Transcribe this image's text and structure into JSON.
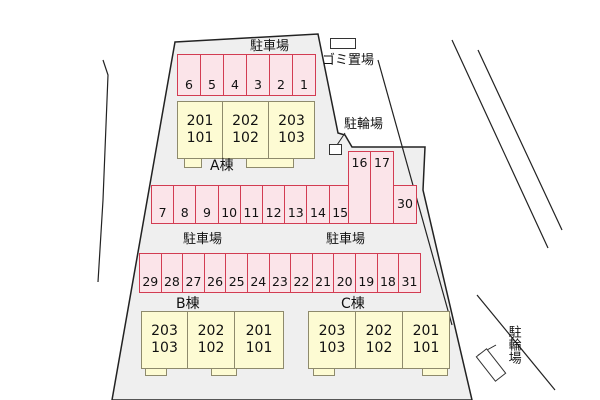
{
  "labels": {
    "parking_top": "駐車場",
    "garbage": "ゴミ置場",
    "bicycle_upper": "駐輪場",
    "building_a": "A棟",
    "parking_mid_left": "駐車場",
    "parking_mid_right": "駐車場",
    "building_b": "B棟",
    "building_c": "C棟",
    "bicycle_lower": "駐輪場"
  },
  "parking": {
    "top_row": [
      "6",
      "5",
      "4",
      "3",
      "2",
      "1"
    ],
    "middle_row": [
      "7",
      "8",
      "9",
      "10",
      "11",
      "12",
      "13",
      "14",
      "15"
    ],
    "tall": [
      "16",
      "17"
    ],
    "end_right": "30",
    "bottom_row": [
      "29",
      "28",
      "27",
      "26",
      "25",
      "24",
      "23",
      "22",
      "21",
      "20",
      "19",
      "18",
      "31"
    ]
  },
  "buildings": {
    "a": [
      {
        "upper": "201",
        "lower": "101"
      },
      {
        "upper": "202",
        "lower": "102"
      },
      {
        "upper": "203",
        "lower": "103"
      }
    ],
    "b": [
      {
        "upper": "203",
        "lower": "103"
      },
      {
        "upper": "202",
        "lower": "102"
      },
      {
        "upper": "201",
        "lower": "101"
      }
    ],
    "c": [
      {
        "upper": "203",
        "lower": "103"
      },
      {
        "upper": "202",
        "lower": "102"
      },
      {
        "upper": "201",
        "lower": "101"
      }
    ]
  },
  "colors": {
    "lot_fill": "#efefef",
    "parking_fill": "#fbe4e9",
    "parking_border": "#d23c52",
    "building_fill": "#fdfbd3",
    "building_border": "#8e8a6c"
  }
}
